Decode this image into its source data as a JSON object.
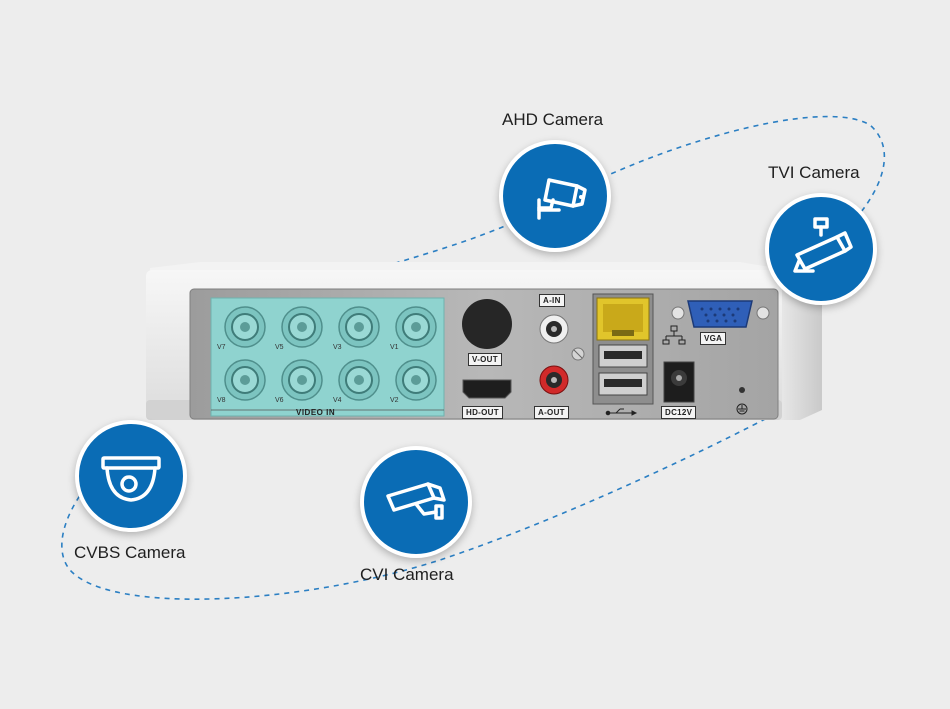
{
  "cameras": {
    "ahd": {
      "label": "AHD Camera",
      "icon": "bullet-camera-icon"
    },
    "tvi": {
      "label": "TVI Camera",
      "icon": "ceiling-bullet-camera-icon"
    },
    "cvbs": {
      "label": "CVBS Camera",
      "icon": "dome-camera-icon"
    },
    "cvi": {
      "label": "CVI Camera",
      "icon": "wall-bullet-camera-icon"
    }
  },
  "dvr": {
    "video_in_label": "VIDEO IN",
    "channels_top": [
      "V7",
      "V5",
      "V3",
      "V1"
    ],
    "channels_bottom": [
      "V8",
      "V6",
      "V4",
      "V2"
    ],
    "ports": {
      "v_out": "V-OUT",
      "hd_out": "HD-OUT",
      "a_in": "A-IN",
      "a_out": "A-OUT",
      "vga": "VGA",
      "dc": "DC12V"
    }
  },
  "colors": {
    "badge_blue": "#0a6cb5",
    "bnc_teal": "#8fd3cf",
    "dashed_line": "#2b7fc3",
    "background": "#ededed"
  }
}
